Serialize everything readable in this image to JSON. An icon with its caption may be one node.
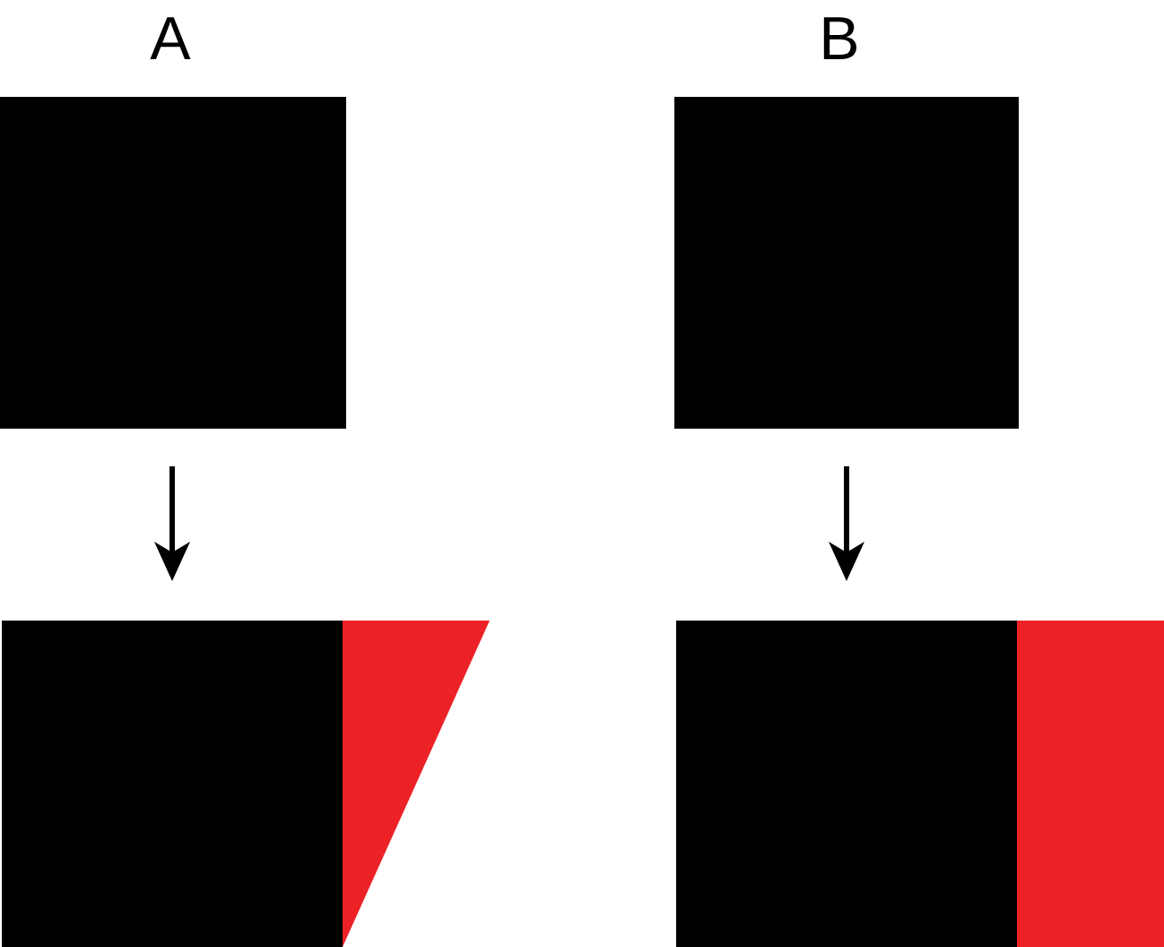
{
  "diagram": {
    "nodes": [
      {
        "text": [],
        "shape": "box"
      },
      {
        "text": [],
        "shape": "box"
      },
      {
        "text": [],
        "shape": "box"
      },
      {
        "text": [],
        "shape": "triangle"
      },
      {
        "text": [],
        "shape": "box"
      },
      {
        "text": [],
        "shape": "box"
      }
    ],
    "edges": [
      {
        "from": 0,
        "to": 2,
        "arrow": "to"
      },
      {
        "from": 1,
        "to": 4,
        "arrow": "to"
      }
    ],
    "labels": [
      "A",
      "B"
    ]
  }
}
